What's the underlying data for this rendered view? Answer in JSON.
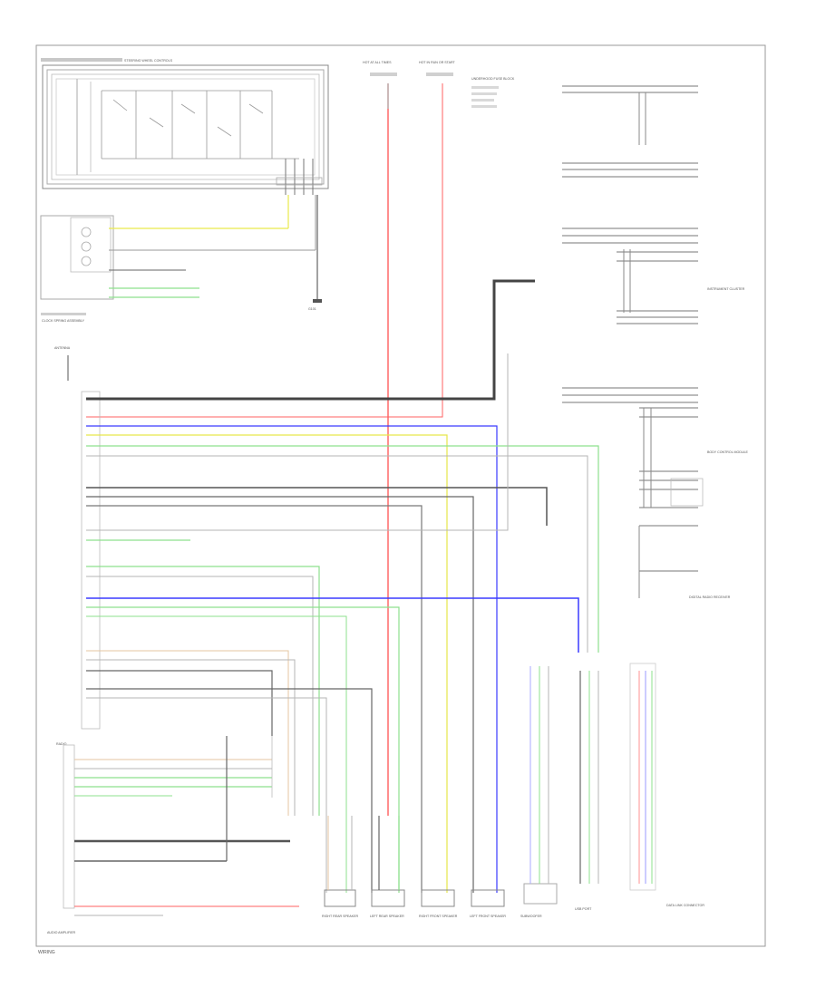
{
  "diagram": {
    "footer_code": "WIRING",
    "labels": {
      "steering_controls": "STEERING WHEEL CONTROLS",
      "clock_spring": "CLOCK SPRING ASSEMBLY",
      "hot_at_all_times": "HOT AT ALL TIMES",
      "hot_in_run": "HOT IN RUN OR START",
      "fuse_block": "UNDERHOOD FUSE BLOCK",
      "ground": "G101",
      "antenna": "ANTENNA",
      "radio": "RADIO",
      "amplifier": "AUDIO AMPLIFIER",
      "right_rear_speaker": "RIGHT REAR SPEAKER",
      "left_rear_speaker": "LEFT REAR SPEAKER",
      "right_front_speaker": "RIGHT FRONT SPEAKER",
      "left_front_speaker": "LEFT FRONT SPEAKER",
      "subwoofer": "SUBWOOFER",
      "instrument_cluster": "INSTRUMENT CLUSTER",
      "body_control_module": "BODY CONTROL MODULE",
      "satellite_radio": "DIGITAL RADIO RECEIVER",
      "usb_port": "USB PORT",
      "data_link": "DATA LINK CONNECTOR"
    }
  }
}
